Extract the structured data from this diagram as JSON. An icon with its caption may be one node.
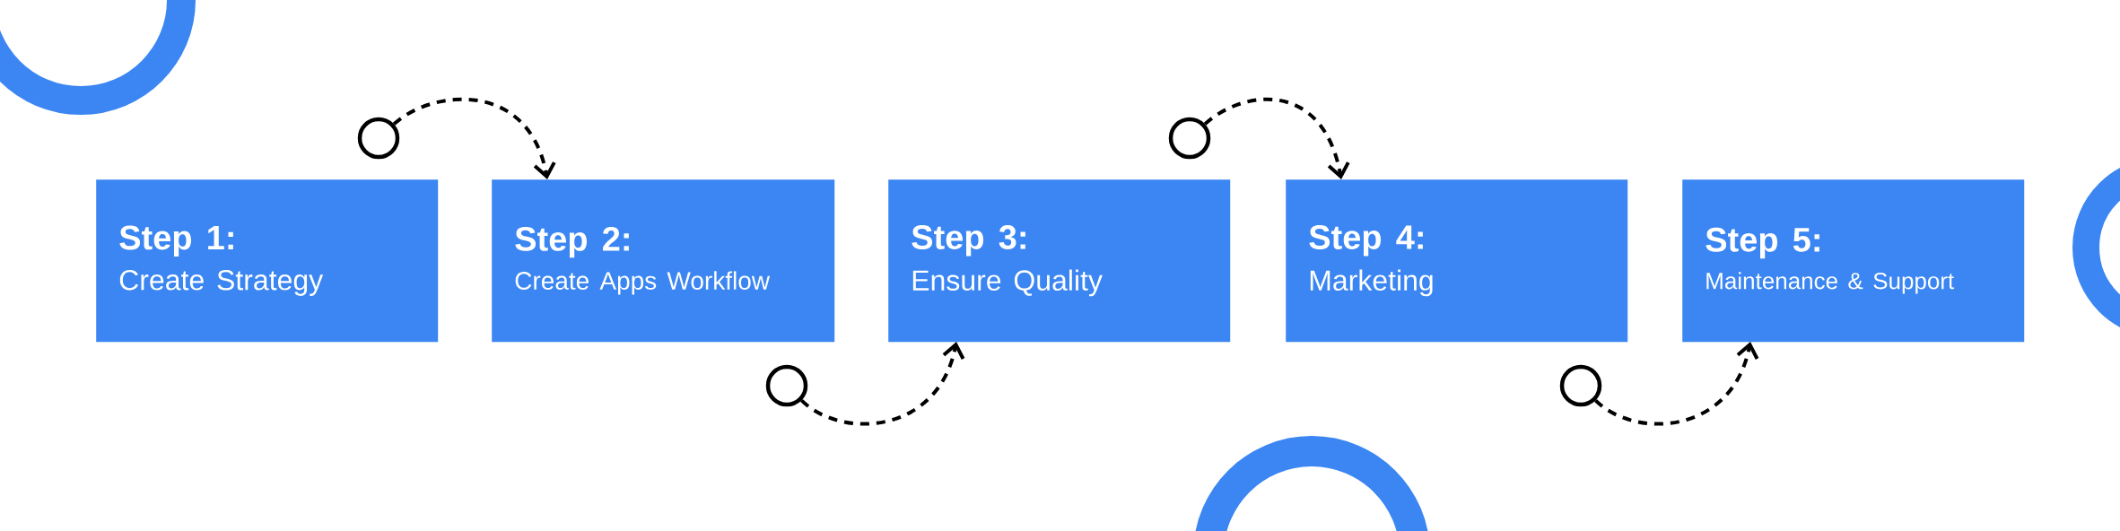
{
  "diagram": {
    "nodes": [
      {
        "text": [
          "Step 1:",
          "Create Strategy"
        ]
      },
      {
        "text": [
          "Step 2:",
          "Create Apps Workflow"
        ]
      },
      {
        "text": [
          "Step 3:",
          "Ensure Quality"
        ]
      },
      {
        "text": [
          "Step 4:",
          "Marketing"
        ]
      },
      {
        "text": [
          "Step 5:",
          "Maintenance & Support"
        ]
      },
      {
        "text": [],
        "shape": "circle"
      },
      {
        "text": [],
        "shape": "circle"
      },
      {
        "text": [],
        "shape": "circle"
      },
      {
        "text": [],
        "shape": "circle"
      }
    ],
    "edges": [
      {
        "from": 5,
        "to": 1,
        "arrow": "to",
        "style": "dashed"
      },
      {
        "from": 6,
        "to": 2,
        "arrow": "to",
        "style": "dashed"
      },
      {
        "from": 7,
        "to": 3,
        "arrow": "to",
        "style": "dashed"
      },
      {
        "from": 8,
        "to": 4,
        "arrow": "to",
        "style": "dashed"
      }
    ]
  }
}
